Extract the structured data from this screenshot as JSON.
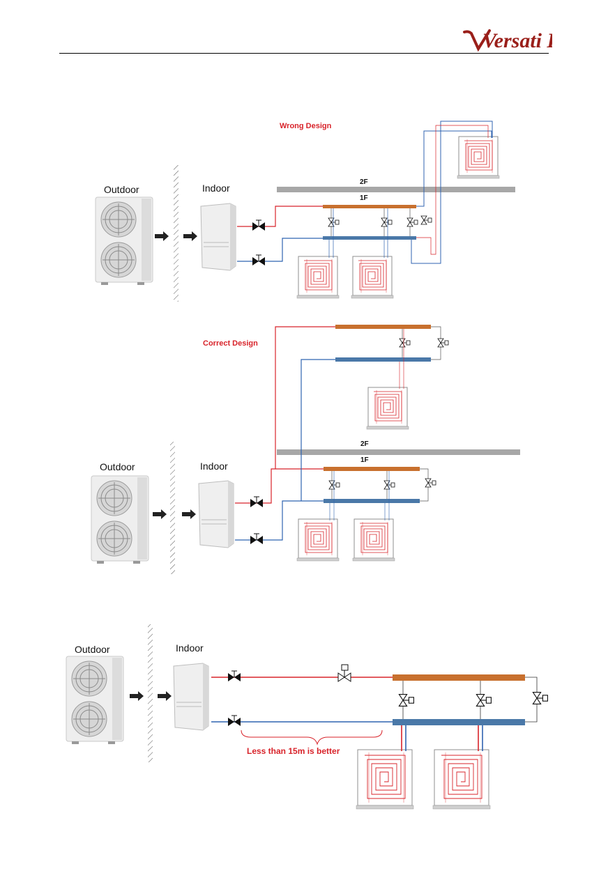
{
  "header": {
    "logo_text": "Versati II"
  },
  "diagram_wrong": {
    "title": "Wrong Design",
    "outdoor_label": "Outdoor",
    "indoor_label": "Indoor",
    "floor_upper": "2F",
    "floor_lower": "1F"
  },
  "diagram_correct": {
    "title": "Correct Design",
    "outdoor_label": "Outdoor",
    "indoor_label": "Indoor",
    "floor_upper": "2F",
    "floor_lower": "1F"
  },
  "diagram_distance": {
    "outdoor_label": "Outdoor",
    "indoor_label": "Indoor",
    "note": "Less than 15m is better"
  },
  "colors": {
    "supply_pipe": "#d8232a",
    "return_pipe": "#2f63b0",
    "supply_manifold": "#c8702e",
    "return_manifold": "#4a78a8",
    "floor_slab": "#a7a7a7",
    "wrong_title": "#d8232a",
    "correct_title": "#d8232a"
  }
}
